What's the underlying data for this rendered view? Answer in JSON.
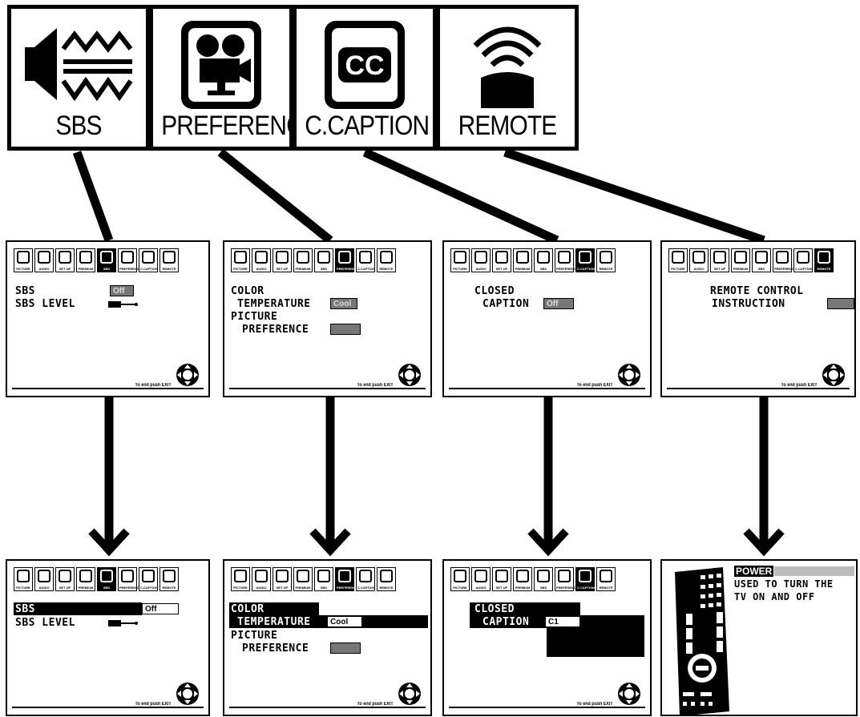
{
  "tabs": [
    {
      "label": "SBS",
      "icon": "speaker-waves-icon"
    },
    {
      "label": "PREFERENCE",
      "icon": "movie-camera-icon"
    },
    {
      "label": "C.CAPTION",
      "icon": "cc-icon"
    },
    {
      "label": "REMOTE",
      "icon": "remote-signal-icon"
    }
  ],
  "screens": {
    "sbs": {
      "row1": "SBS",
      "row1_value": "Off",
      "row2": "SBS LEVEL"
    },
    "preference": {
      "row1": "COLOR",
      "row2": "TEMPERATURE",
      "row2_value": "Cool",
      "row3": "PICTURE",
      "row4": "PREFERENCE"
    },
    "caption": {
      "row1": "CLOSED",
      "row2": "CAPTION",
      "row2_value": "Off",
      "row2_value_expanded": "C1"
    },
    "remote": {
      "row1": "REMOTE CONTROL",
      "row2": "INSTRUCTION"
    },
    "remote_detail": {
      "title": "POWER",
      "line1": "USED TO TURN THE",
      "line2": "TV ON AND OFF"
    },
    "exit_hint": "To end push EXIT"
  },
  "iconbar_labels": [
    "PICTURE",
    "AUDIO",
    "SET UP",
    "PREMIUM",
    "SBS",
    "PREFERENCE",
    "C.CAPTION",
    "REMOTE"
  ]
}
